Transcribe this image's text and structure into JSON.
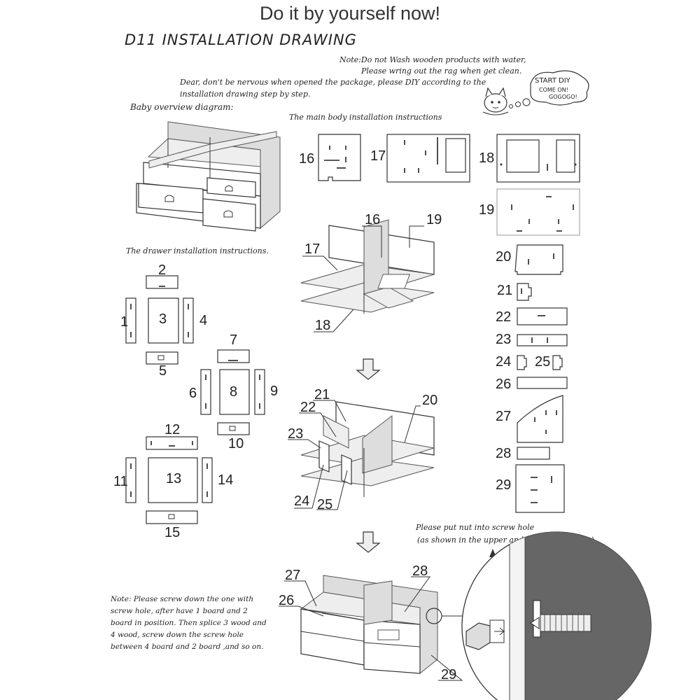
{
  "title": "Do it by yourself now!",
  "subtitle": "D11 INSTALLATION DRAWING",
  "notes": {
    "wash_line1": "Note:Do not Wash wooden products with water,",
    "wash_line2": "Please wring out the rag when get clean.",
    "dear_line1": "Dear, don't be nervous when opened the package, please DIY according to the",
    "dear_line2": "installation drawing step by step.",
    "overview": "Baby overview diagram:",
    "main_body": "The main body installation instructions",
    "drawer": "The drawer installation instructions.",
    "nut_line1": "Please put nut into screw hole",
    "nut_line2": "(as shown in the upper and the lower planes)",
    "screw_lines": [
      "Note: Please screw down the one with",
      "screw hole, after have 1 board and 2",
      "board in position. Then splice 3 wood and",
      "4 wood, screw down the screw hole",
      "between 4 board and 2 board ,and so on."
    ]
  },
  "cat_bubble": {
    "line1": "START DIY",
    "line2": "COME ON!",
    "line3": "GOGOGO!"
  },
  "drawer_parts": {
    "p1": "1",
    "p2": "2",
    "p3": "3",
    "p4": "4",
    "p5": "5",
    "p6": "6",
    "p7": "7",
    "p8": "8",
    "p9": "9",
    "p10": "10",
    "p11": "11",
    "p12": "12",
    "p13": "13",
    "p14": "14",
    "p15": "15"
  },
  "main_parts": {
    "p16": "16",
    "p17": "17",
    "p18": "18",
    "p19": "19",
    "p20": "20",
    "p21": "21",
    "p22": "22",
    "p23": "23",
    "p24": "24",
    "p25": "25",
    "p26": "26",
    "p27": "27",
    "p28": "28",
    "p29": "29"
  }
}
